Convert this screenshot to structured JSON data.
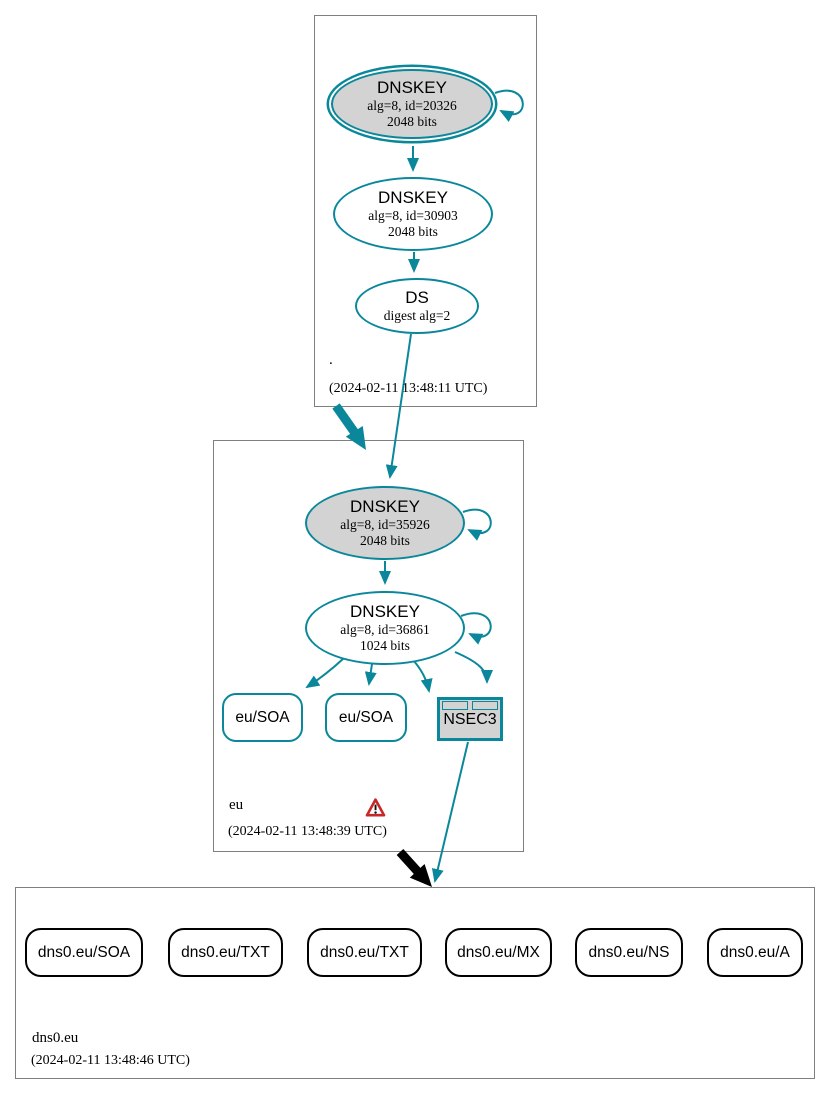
{
  "diagram_type": "dnssec-authentication-chain",
  "colors": {
    "secure_edge": "#0a879a",
    "ksk_node_fill": "#d3d3d3",
    "warning_red": "#c62828",
    "zone_box_border": "#7f7f7f",
    "insecure_rrset_border": "#000000"
  },
  "zones": {
    "root": {
      "label": ".",
      "timestamp": "(2024-02-11 13:48:11 UTC)",
      "ksk": {
        "title": "DNSKEY",
        "detail1": "alg=8, id=20326",
        "detail2": "2048 bits"
      },
      "zsk": {
        "title": "DNSKEY",
        "detail1": "alg=8, id=30903",
        "detail2": "2048 bits"
      },
      "ds": {
        "title": "DS",
        "detail1": "digest alg=2"
      }
    },
    "eu": {
      "label": "eu",
      "timestamp": "(2024-02-11 13:48:39 UTC)",
      "has_warning": true,
      "warning_glyph": "!",
      "ksk": {
        "title": "DNSKEY",
        "detail1": "alg=8, id=35926",
        "detail2": "2048 bits"
      },
      "zsk": {
        "title": "DNSKEY",
        "detail1": "alg=8, id=36861",
        "detail2": "1024 bits"
      },
      "soa1": {
        "label": "eu/SOA"
      },
      "soa2": {
        "label": "eu/SOA"
      },
      "nsec3": {
        "label": "NSEC3"
      }
    },
    "dns0_eu": {
      "label": "dns0.eu",
      "timestamp": "(2024-02-11 13:48:46 UTC)",
      "rrsets": [
        {
          "label": "dns0.eu/SOA"
        },
        {
          "label": "dns0.eu/TXT"
        },
        {
          "label": "dns0.eu/TXT"
        },
        {
          "label": "dns0.eu/MX"
        },
        {
          "label": "dns0.eu/NS"
        },
        {
          "label": "dns0.eu/A"
        }
      ]
    }
  }
}
